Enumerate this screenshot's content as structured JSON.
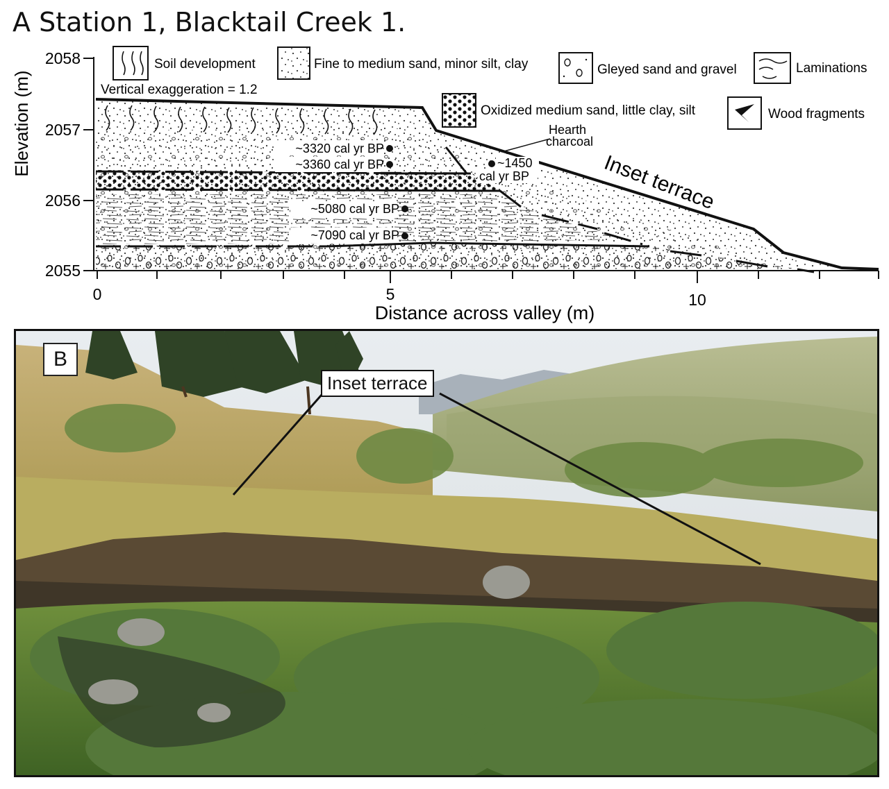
{
  "panel_a": {
    "title": "A  Station 1, Blacktail Creek 1.",
    "y_axis_label": "Elevation (m)",
    "x_axis_label": "Distance across valley (m)",
    "y_ticks": [
      "2058",
      "2057",
      "2056",
      "2055"
    ],
    "x_ticks": [
      "0",
      "5",
      "10"
    ],
    "exaggeration_note": "Vertical exaggeration = 1.2",
    "legend": [
      {
        "icon": "soil-development-icon",
        "label": "Soil development"
      },
      {
        "icon": "fine-sand-icon",
        "label": "Fine to medium sand, minor silt, clay"
      },
      {
        "icon": "gleyed-sand-gravel-icon",
        "label": "Gleyed sand and gravel"
      },
      {
        "icon": "laminations-icon",
        "label": "Laminations"
      },
      {
        "icon": "oxidized-sand-icon",
        "label": "Oxidized medium sand, little clay, silt"
      },
      {
        "icon": "wood-fragments-icon",
        "label": "Wood fragments"
      }
    ],
    "dates": [
      {
        "label": "~3320 cal yr BP",
        "x": 5.0,
        "elevation": 2056.78
      },
      {
        "label": "~3360 cal yr BP",
        "x": 5.0,
        "elevation": 2056.53
      },
      {
        "label": "~5080 cal yr BP",
        "x": 5.2,
        "elevation": 2055.88
      },
      {
        "label": "~7090 cal yr BP",
        "x": 5.2,
        "elevation": 2055.47
      }
    ],
    "hearth": {
      "label_line1": "Hearth",
      "label_line2": "charcoal",
      "date_line1": "~1450",
      "date_line2": "cal yr BP",
      "x": 6.7,
      "elevation": 2056.55
    },
    "terrace_label": "Inset terrace",
    "surface_profile": [
      {
        "x": 0,
        "elevation": 2057.45
      },
      {
        "x": 5.5,
        "elevation": 2057.32
      },
      {
        "x": 5.8,
        "elevation": 2056.98
      },
      {
        "x": 11,
        "elevation": 2055.6
      },
      {
        "x": 11.6,
        "elevation": 2055.25
      },
      {
        "x": 12.4,
        "elevation": 2055.03
      },
      {
        "x": 13.3,
        "elevation": 2055.02
      }
    ]
  },
  "panel_b": {
    "label": "B",
    "callout": "Inset terrace"
  },
  "colors": {
    "ink": "#111111",
    "paper": "#ffffff"
  }
}
